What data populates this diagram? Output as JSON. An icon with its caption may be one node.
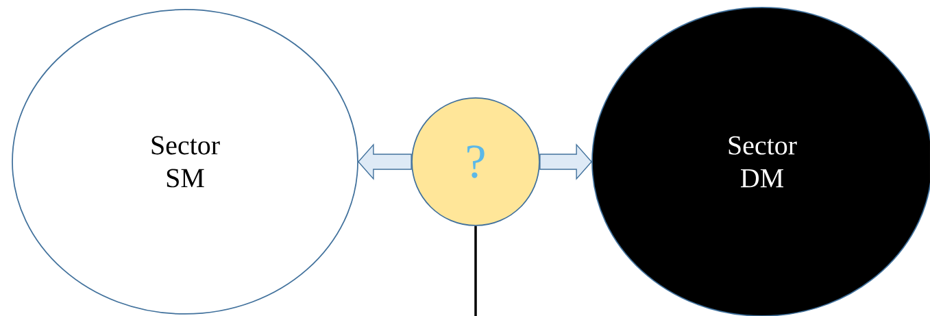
{
  "diagram": {
    "nodes": [
      {
        "text": [
          "Sector SM"
        ]
      },
      {
        "text": [
          "?"
        ]
      },
      {
        "text": [
          "Sector DM"
        ]
      }
    ],
    "edges": [
      {
        "from": 1,
        "to": 0,
        "arrow": "to"
      },
      {
        "from": 1,
        "to": 2,
        "arrow": "to"
      },
      {
        "from": 1,
        "to": null,
        "arrow": "none",
        "color": "#000000"
      }
    ]
  }
}
